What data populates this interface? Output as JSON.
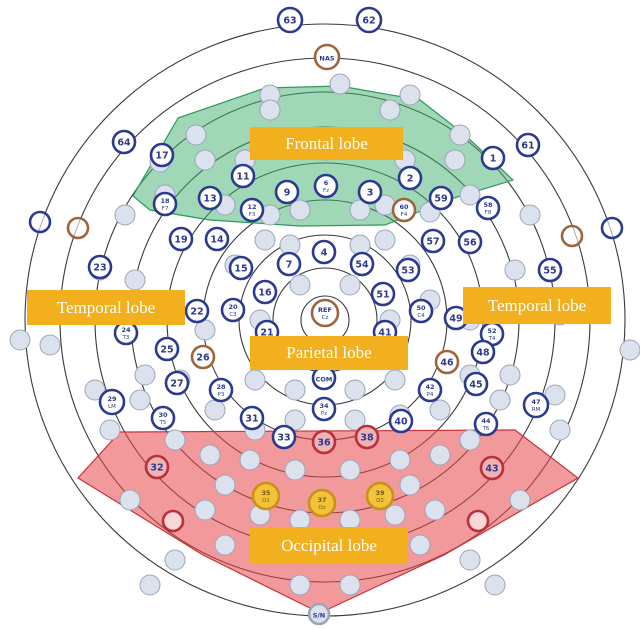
{
  "colors": {
    "frontal_region": "#3fb070",
    "occipital_region": "#e8454a",
    "label_bg": "#f2b01e",
    "electrode_blue": "#2b3a8f",
    "electrode_brown": "#a0643c",
    "electrode_red": "#b8303a",
    "electrode_gold": "#e0a91c",
    "electrode_gray_fill": "#dbe2ee"
  },
  "regions": {
    "frontal": "Frontal lobe",
    "temporal_left": "Temporal lobe",
    "temporal_right": "Temporal lobe",
    "parietal": "Parietal lobe",
    "occipital": "Occipital lobe"
  },
  "electrodes": {
    "e63": {
      "num": "63",
      "style": "blue"
    },
    "e62": {
      "num": "62",
      "style": "blue"
    },
    "nas": {
      "num": "NAS",
      "style": "brown"
    },
    "e64": {
      "num": "64",
      "style": "blue"
    },
    "e61": {
      "num": "61",
      "style": "blue"
    },
    "e17": {
      "num": "17",
      "style": "blue"
    },
    "e1": {
      "num": "1",
      "style": "blue"
    },
    "e11": {
      "num": "11",
      "style": "blue"
    },
    "e2": {
      "num": "2",
      "style": "blue"
    },
    "e13": {
      "num": "13",
      "style": "blue"
    },
    "e9": {
      "num": "9",
      "style": "blue"
    },
    "e6": {
      "num": "6",
      "sub": "Fz",
      "style": "blue"
    },
    "e3": {
      "num": "3",
      "style": "blue"
    },
    "e59": {
      "num": "59",
      "style": "blue"
    },
    "e18": {
      "num": "18",
      "sub": "F7",
      "style": "blue"
    },
    "e12": {
      "num": "12",
      "sub": "F3",
      "style": "blue"
    },
    "e60": {
      "num": "60",
      "sub": "F4",
      "style": "brown"
    },
    "e58": {
      "num": "58",
      "sub": "F8",
      "style": "blue"
    },
    "e19": {
      "num": "19",
      "style": "blue"
    },
    "e14": {
      "num": "14",
      "style": "blue"
    },
    "e57": {
      "num": "57",
      "style": "blue"
    },
    "e56": {
      "num": "56",
      "style": "blue"
    },
    "e23": {
      "num": "23",
      "style": "blue"
    },
    "e55": {
      "num": "55",
      "style": "blue"
    },
    "e7": {
      "num": "7",
      "style": "blue"
    },
    "e4": {
      "num": "4",
      "style": "blue"
    },
    "e54": {
      "num": "54",
      "style": "blue"
    },
    "e53": {
      "num": "53",
      "style": "blue"
    },
    "e15": {
      "num": "15",
      "style": "blue"
    },
    "e16": {
      "num": "16",
      "style": "blue"
    },
    "e51": {
      "num": "51",
      "style": "blue"
    },
    "ref": {
      "num": "REF",
      "sub": "Cz",
      "style": "brown"
    },
    "e22": {
      "num": "22",
      "style": "blue"
    },
    "e20": {
      "num": "20",
      "sub": "C3",
      "style": "blue"
    },
    "e50": {
      "num": "50",
      "sub": "C4",
      "style": "blue"
    },
    "e49": {
      "num": "49",
      "style": "blue"
    },
    "e52": {
      "num": "52",
      "sub": "T4",
      "style": "blue"
    },
    "e24": {
      "num": "24",
      "sub": "T3",
      "style": "blue"
    },
    "e21": {
      "num": "21",
      "style": "blue"
    },
    "e41": {
      "num": "41",
      "style": "blue"
    },
    "e25": {
      "num": "25",
      "style": "blue"
    },
    "e26": {
      "num": "26",
      "style": "brown"
    },
    "e46": {
      "num": "46",
      "style": "brown"
    },
    "e48": {
      "num": "48",
      "style": "blue"
    },
    "com": {
      "num": "COM",
      "style": "blue"
    },
    "e27": {
      "num": "27",
      "style": "blue"
    },
    "e28": {
      "num": "28",
      "sub": "P3",
      "style": "blue"
    },
    "e42": {
      "num": "42",
      "sub": "P4",
      "style": "blue"
    },
    "e45": {
      "num": "45",
      "style": "blue"
    },
    "e29": {
      "num": "29",
      "sub": "LM",
      "style": "blue"
    },
    "e47": {
      "num": "47",
      "sub": "RM",
      "style": "blue"
    },
    "e34": {
      "num": "34",
      "sub": "Pz",
      "style": "blue"
    },
    "e30": {
      "num": "30",
      "sub": "T5",
      "style": "blue"
    },
    "e31": {
      "num": "31",
      "style": "blue"
    },
    "e40": {
      "num": "40",
      "style": "blue"
    },
    "e44": {
      "num": "44",
      "sub": "T6",
      "style": "blue"
    },
    "e33": {
      "num": "33",
      "style": "blue"
    },
    "e36": {
      "num": "36",
      "style": "red"
    },
    "e38": {
      "num": "38",
      "style": "red"
    },
    "e32": {
      "num": "32",
      "style": "red"
    },
    "e43": {
      "num": "43",
      "style": "red"
    },
    "e35": {
      "num": "35",
      "sub": "O1",
      "style": "gold"
    },
    "e37": {
      "num": "37",
      "sub": "Oz",
      "style": "gold"
    },
    "e39": {
      "num": "39",
      "sub": "O2",
      "style": "gold"
    },
    "sn": {
      "num": "S/N",
      "style": "plain"
    }
  }
}
